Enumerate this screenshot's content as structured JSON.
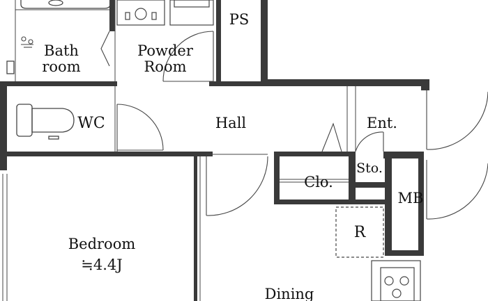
{
  "floor_plan": {
    "rooms": {
      "bath_line1": "Bath",
      "bath_line2": "room",
      "powder_line1": "Powder",
      "powder_line2": "Room",
      "ps": "PS",
      "wc": "WC",
      "hall": "Hall",
      "entrance": "Ent.",
      "storage": "Sto.",
      "closet": "Clo.",
      "meter_box": "MB",
      "refrigerator": "R",
      "bedroom": "Bedroom",
      "bedroom_size": "≒4.4J",
      "dining": "Dining"
    },
    "colors": {
      "wall": "#3a3a3a",
      "line": "#444444",
      "background": "#ffffff"
    }
  }
}
